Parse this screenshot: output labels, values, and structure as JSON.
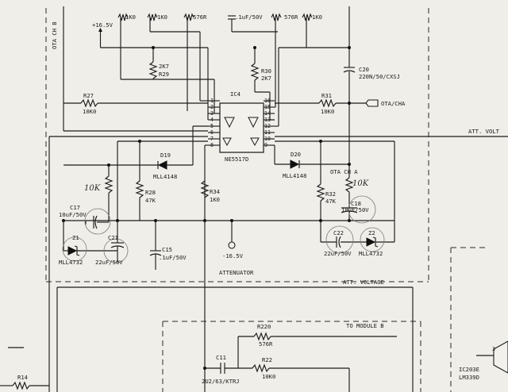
{
  "labels": {
    "ota_ch_b": "OTA CH B",
    "plus_16v5": "+16.5V",
    "minus_16v5": "-16.5V",
    "otacha": "OTA/CHA",
    "att_volt": "ATT. VOLT",
    "att_voltage": "ATT. VOLTAGE",
    "to_module_b": "TO MODULE B",
    "attenuator": "ATTENUATOR",
    "ota_ch_a": "OTA CH A",
    "ic_name": "IC4",
    "ic_part": "NE5517D"
  },
  "top_resistors": [
    {
      "value": "1K0"
    },
    {
      "value": "1K0"
    },
    {
      "value": "576R"
    },
    {
      "value": ".1uF/50V"
    },
    {
      "value": "576R"
    },
    {
      "value": "1K0"
    }
  ],
  "components": {
    "r29": {
      "value": "2K7",
      "ref": "R29"
    },
    "r30": {
      "ref": "R30",
      "value": "2K7"
    },
    "c20": {
      "ref": "C20",
      "value": "220N/50/CXSJ"
    },
    "r27": {
      "ref": "R27",
      "value": "10K0"
    },
    "r31": {
      "ref": "R31",
      "value": "10K0"
    },
    "d19": {
      "ref": "D19",
      "value": "MLL4148"
    },
    "d20": {
      "ref": "D20",
      "value": "MLL4148"
    },
    "r28": {
      "ref": "R28",
      "value": "47K"
    },
    "r34": {
      "ref": "R34",
      "value": "1K0"
    },
    "r32": {
      "ref": "R32",
      "value": "47K"
    },
    "c17": {
      "ref": "C17",
      "value": "10uF/50V"
    },
    "c18": {
      "ref": "C18",
      "value": "10uF/50V"
    },
    "z1": {
      "ref": "Z1",
      "value": "MLL4732"
    },
    "c21": {
      "ref": "C21",
      "value": "22uF/50V"
    },
    "c15": {
      "ref": "C15",
      "value": ".1uF/50V"
    },
    "c22": {
      "ref": "C22",
      "value": "22uF/50V"
    },
    "z2": {
      "ref": "Z2",
      "value": "MLL4732"
    },
    "r220": {
      "ref": "R220",
      "value": "576R"
    },
    "r22": {
      "ref": "R22",
      "value": "10K0"
    },
    "c11": {
      "ref": "C11",
      "value": "2U2/63/KTRJ"
    },
    "r14": {
      "ref": "R14"
    }
  },
  "ic_pins_left": [
    "1",
    "2",
    "3",
    "4",
    "5",
    "6",
    "7",
    "8"
  ],
  "ic_pins_right": [
    "16",
    "15",
    "14",
    "13",
    "12",
    "11",
    "10",
    "9"
  ],
  "handwritten": {
    "left_trim": "10K",
    "right_trim": "10K"
  },
  "ic203": {
    "name": "IC203E",
    "part": "LM339D",
    "pin": "3"
  }
}
